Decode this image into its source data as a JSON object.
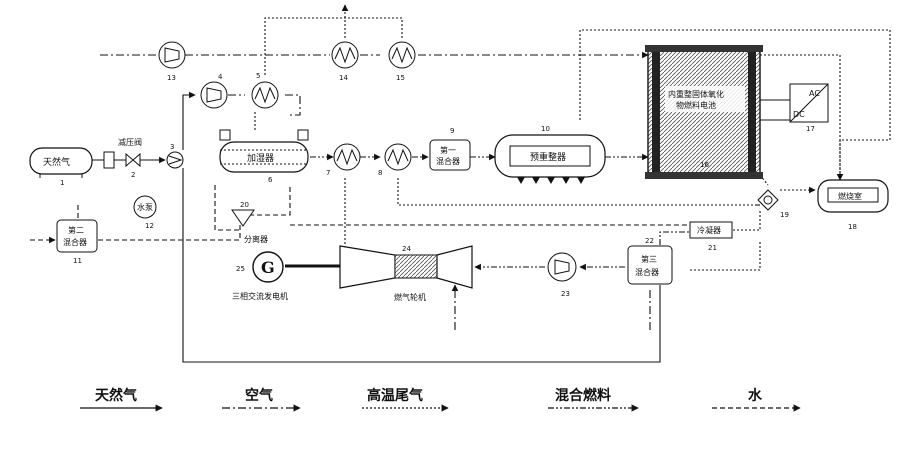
{
  "components": {
    "natural_gas": {
      "label": "天然气",
      "num": "1"
    },
    "valve": {
      "label": "减压阀",
      "num": "2"
    },
    "pump3": {
      "num": "3"
    },
    "comp4": {
      "num": "4"
    },
    "hx5": {
      "num": "5"
    },
    "humidifier": {
      "label": "加湿器",
      "num": "6"
    },
    "hx7": {
      "num": "7"
    },
    "hx8": {
      "num": "8"
    },
    "mixer1": {
      "label1": "第一",
      "label2": "混合器",
      "num": "9"
    },
    "prereformer": {
      "label": "预重整器",
      "num": "10"
    },
    "mixer2": {
      "label1": "第二",
      "label2": "混合器",
      "num": "11"
    },
    "water_pump": {
      "label": "水泵",
      "num": "12"
    },
    "comp13": {
      "num": "13"
    },
    "hx14": {
      "num": "14"
    },
    "hx15": {
      "num": "15"
    },
    "sofc": {
      "label1": "内重整固体氧化",
      "label2": "物燃料电池",
      "num": "16"
    },
    "inverter": {
      "ac": "AC",
      "dc": "DC",
      "num": "17"
    },
    "combustor": {
      "label": "燃烧室",
      "num": "18"
    },
    "valve19": {
      "num": "19"
    },
    "separator": {
      "label": "分离器",
      "num": "20"
    },
    "condenser": {
      "label": "冷凝器",
      "num": "21"
    },
    "mixer3": {
      "label1": "第三",
      "label2": "混合器",
      "num": "22"
    },
    "comp23": {
      "num": "23"
    },
    "turbine": {
      "label": "燃气轮机",
      "num": "24"
    },
    "generator": {
      "symbol": "G",
      "label": "三相交流发电机",
      "num": "25"
    }
  },
  "legend": [
    {
      "label": "天然气",
      "style": "solid"
    },
    {
      "label": "空气",
      "style": "dashdot"
    },
    {
      "label": "高温尾气",
      "style": "dotted"
    },
    {
      "label": "混合燃料",
      "style": "dashdotdot"
    },
    {
      "label": "水",
      "style": "dashed"
    }
  ]
}
